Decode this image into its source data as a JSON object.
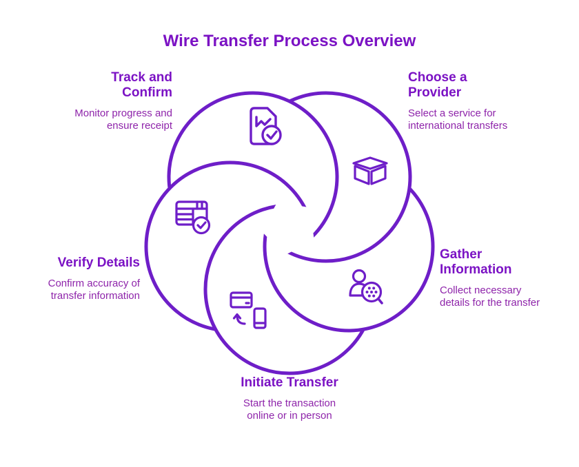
{
  "title": "Wire Transfer Process Overview",
  "colors": {
    "accent_stroke": "#6e1ec8",
    "heading_text": "#7b12c4",
    "body_text": "#8e24aa",
    "background": "#ffffff"
  },
  "steps": [
    {
      "heading": "Track and Confirm",
      "heading_lines": [
        "Track and",
        "Confirm"
      ],
      "description": "Monitor progress and ensure receipt",
      "description_lines": [
        "Monitor progress and",
        "ensure receipt"
      ],
      "icon": "document-chart-check-icon"
    },
    {
      "heading": "Choose a Provider",
      "heading_lines": [
        "Choose a",
        "Provider"
      ],
      "description": "Select a service for international transfers",
      "description_lines": [
        "Select a service for",
        "international transfers"
      ],
      "icon": "cube-icon"
    },
    {
      "heading": "Gather Information",
      "heading_lines": [
        "Gather",
        "Information"
      ],
      "description": "Collect necessary details for the transfer",
      "description_lines": [
        "Collect necessary",
        "details for the transfer"
      ],
      "icon": "person-search-icon"
    },
    {
      "heading": "Initiate Transfer",
      "heading_lines": [
        "Initiate Transfer"
      ],
      "description": "Start the transaction online or in person",
      "description_lines": [
        "Start the transaction",
        "online or in person"
      ],
      "icon": "card-phone-transfer-icon"
    },
    {
      "heading": "Verify Details",
      "heading_lines": [
        "Verify Details"
      ],
      "description": "Confirm accuracy of transfer information",
      "description_lines": [
        "Confirm accuracy of",
        "transfer information"
      ],
      "icon": "table-check-icon"
    }
  ]
}
